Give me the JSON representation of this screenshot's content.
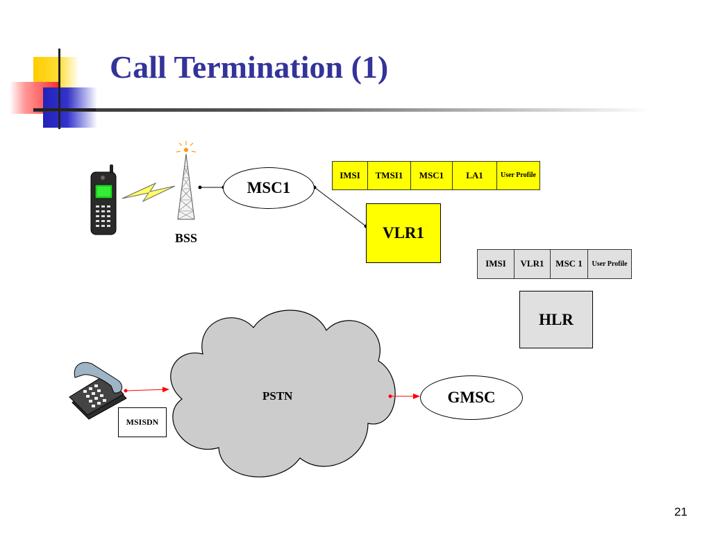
{
  "slide": {
    "title": "Call Termination (1)",
    "page_number": "21"
  },
  "nodes": {
    "msc1": "MSC1",
    "vlr1": "VLR1",
    "hlr": "HLR",
    "gmsc": "GMSC",
    "pstn": "PSTN",
    "bss": "BSS",
    "msisdn": "MSISDN"
  },
  "vlr_record": {
    "cells": [
      "IMSI",
      "TMSI1",
      "MSC1",
      "LA1",
      "User Profile"
    ]
  },
  "hlr_record": {
    "cells": [
      "IMSI",
      "VLR1",
      "MSC 1",
      "User Profile"
    ]
  },
  "colors": {
    "title": "#333399",
    "vlr_fill": "#ffff00",
    "hlr_fill": "#e0e0e0",
    "cloud_fill": "#cccccc",
    "arrow": "#ff0000"
  },
  "icons": [
    "mobile-phone-icon",
    "radio-tower-icon",
    "lightning-icon",
    "desk-telephone-icon"
  ]
}
